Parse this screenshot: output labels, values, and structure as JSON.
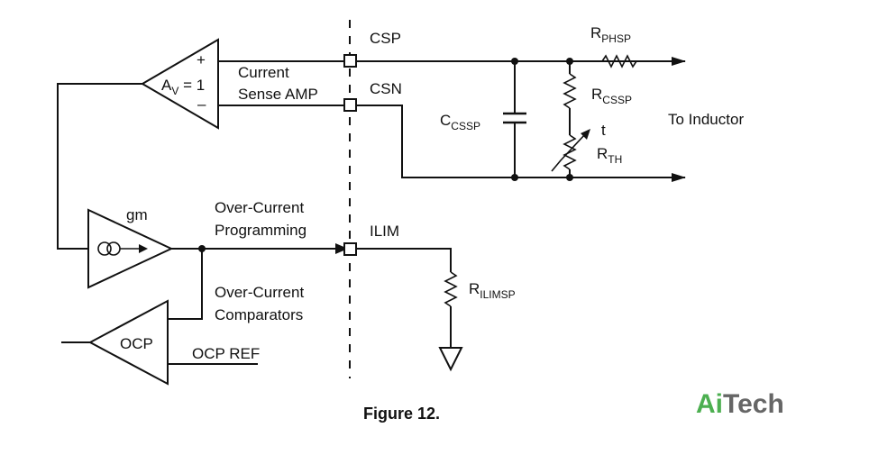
{
  "diagram": {
    "current_sense_amp": {
      "gain_main": "A",
      "gain_sub": "V",
      "gain_value": " = 1",
      "plus": "+",
      "minus": "–",
      "label_line1": "Current",
      "label_line2": "Sense AMP"
    },
    "pins": {
      "csp": "CSP",
      "csn": "CSN",
      "ilim": "ILIM"
    },
    "components": {
      "r_phsp_main": "R",
      "r_phsp_sub": "PHSP",
      "r_cssp_main": "R",
      "r_cssp_sub": "CSSP",
      "c_cssp_main": "C",
      "c_cssp_sub": "CSSP",
      "thermistor_t": "t",
      "r_th_main": "R",
      "r_th_sub": "TH",
      "r_ilimsp_main": "R",
      "r_ilimsp_sub": "ILIMSP"
    },
    "to_inductor": "To Inductor",
    "gm_amp": {
      "label": "gm"
    },
    "over_current_programming_line1": "Over-Current",
    "over_current_programming_line2": "Programming",
    "over_current_comparators_line1": "Over-Current",
    "over_current_comparators_line2": "Comparators",
    "ocp": {
      "label": "OCP",
      "ref_label": "OCP REF"
    }
  },
  "caption": "Figure 12.",
  "logo": {
    "part1": "Ai",
    "part2": "Tech",
    "color1": "#4caf50",
    "color2": "#666666"
  }
}
